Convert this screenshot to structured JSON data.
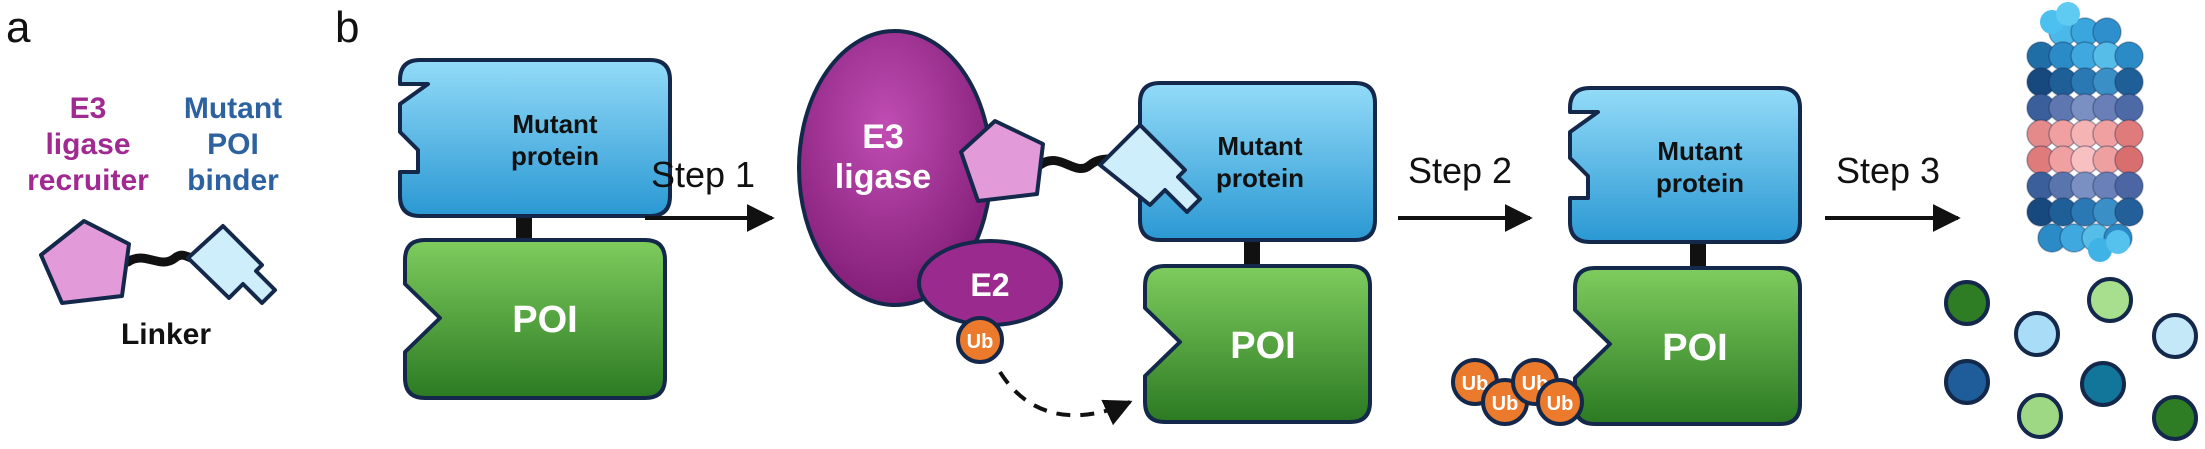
{
  "panel_a": {
    "label": "a",
    "e3_recruiter": [
      "E3",
      "ligase",
      "recruiter"
    ],
    "poi_binder": [
      "Mutant",
      "POI",
      "binder"
    ],
    "linker": "Linker"
  },
  "panel_b": {
    "label": "b",
    "mutant_protein": [
      "Mutant",
      "protein"
    ],
    "poi": "POI",
    "e3_ligase": [
      "E3",
      "ligase"
    ],
    "e2": "E2",
    "ub": "Ub",
    "steps": [
      "Step 1",
      "Step 2",
      "Step 3"
    ]
  },
  "colors": {
    "magenta": "#9b2a8f",
    "magenta_text": "#a12a92",
    "blue_text": "#2d62a0",
    "pentagon": "#e29ad9",
    "pale_blue": "#cfeefb",
    "mutant_top": "#8fd8f7",
    "mutant_bottom": "#2d9fd8",
    "poi_top": "#7cc95c",
    "poi_bottom": "#2f7f26",
    "ub": "#ec7a2c",
    "outline": "#13284a"
  }
}
